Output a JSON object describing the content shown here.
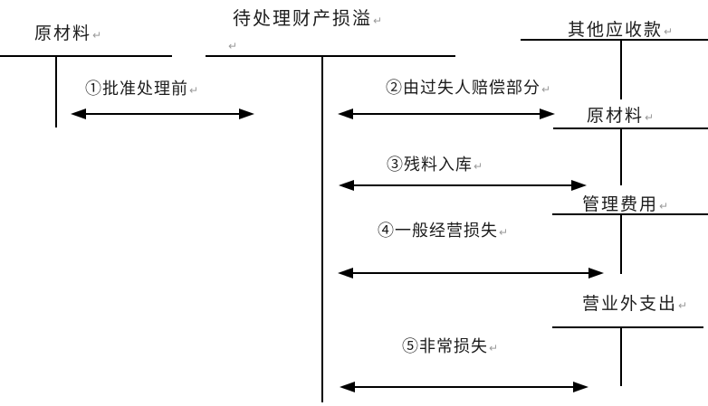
{
  "diagram": {
    "background_color": "#ffffff",
    "line_color": "#000000",
    "paragraph_mark_color": "#9a9a9a",
    "paragraph_mark": "↵",
    "accounts": {
      "raw_materials_left": {
        "label": "原材料"
      },
      "pending_property_gain_loss": {
        "label": "待处理财产损溢"
      },
      "other_receivables": {
        "label": "其他应收款"
      },
      "raw_materials_right": {
        "label": "原材料"
      },
      "administrative_expenses": {
        "label": "管理费用"
      },
      "non_operating_expenses": {
        "label": "营业外支出"
      }
    },
    "flows": [
      {
        "label": "①批准处理前"
      },
      {
        "label": "②由过失人赔偿部分"
      },
      {
        "label": "③残料入库"
      },
      {
        "label": "④一般经营损失"
      },
      {
        "label": "⑤非常损失"
      }
    ]
  }
}
